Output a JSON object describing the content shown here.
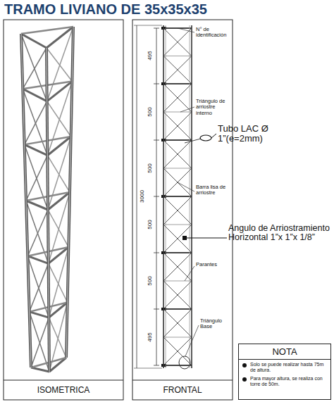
{
  "diagram": {
    "title": "TRAMO LIVIANO DE 35x35x35",
    "nodes": [
      {
        "text": [
          "ISOMETRICA"
        ]
      },
      {
        "text": [
          "FRONTAL"
        ]
      },
      {
        "text": [
          "NOTA",
          "Solo se puede realizar hasta 75m de altura.",
          "Para mayor altura, se realiza con torre de 50m."
        ]
      }
    ],
    "labels": [
      "N° de identificación",
      "495",
      "500",
      "500",
      "500",
      "500",
      "495",
      "3000",
      "Triángulo de arriostre interno",
      "Tubo LAC Ø 1”(e=2mm)",
      "Barra lisa de arriostre",
      "Angulo de Arriostramiento Horizontal 1”x 1”x 1/8”",
      "Parantes",
      "Triángulo Base"
    ]
  }
}
